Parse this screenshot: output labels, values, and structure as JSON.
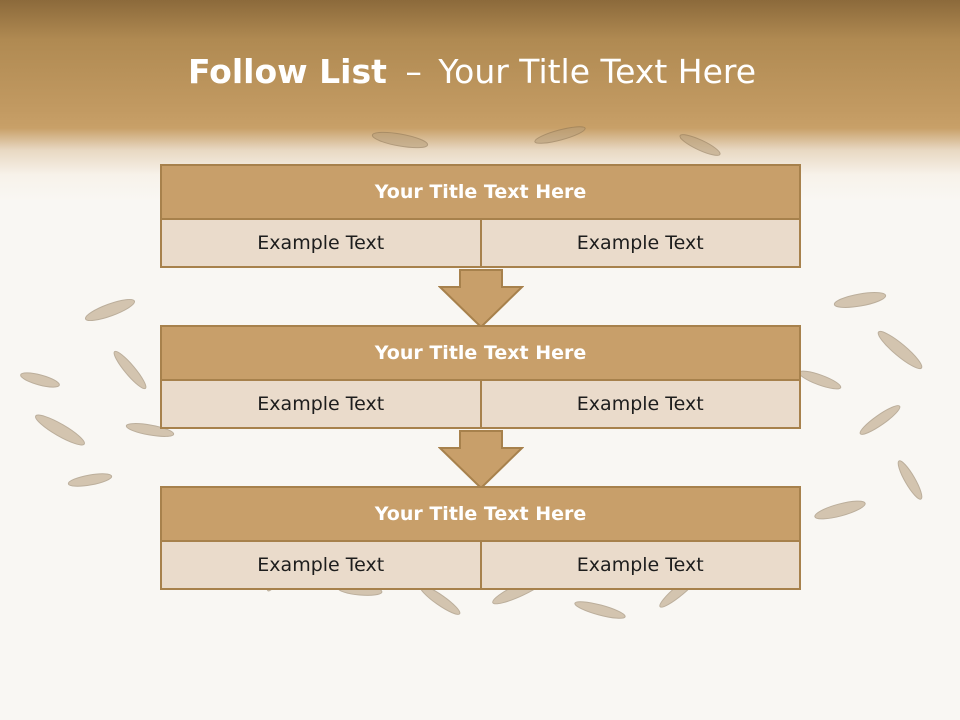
{
  "title": {
    "bold": "Follow List",
    "rest": "Your Title Text Here",
    "dash": "–"
  },
  "blocks": [
    {
      "title": "Your Title Text Here",
      "cells": [
        "Example Text",
        "Example Text"
      ]
    },
    {
      "title": "Your Title Text Here",
      "cells": [
        "Example Text",
        "Example Text"
      ]
    },
    {
      "title": "Your Title Text Here",
      "cells": [
        "Example Text",
        "Example Text"
      ]
    }
  ],
  "colors": {
    "header": "#c29a62",
    "box_title": "#c89f6a",
    "box_cell": "#eadbcb",
    "border": "#a7814c"
  }
}
